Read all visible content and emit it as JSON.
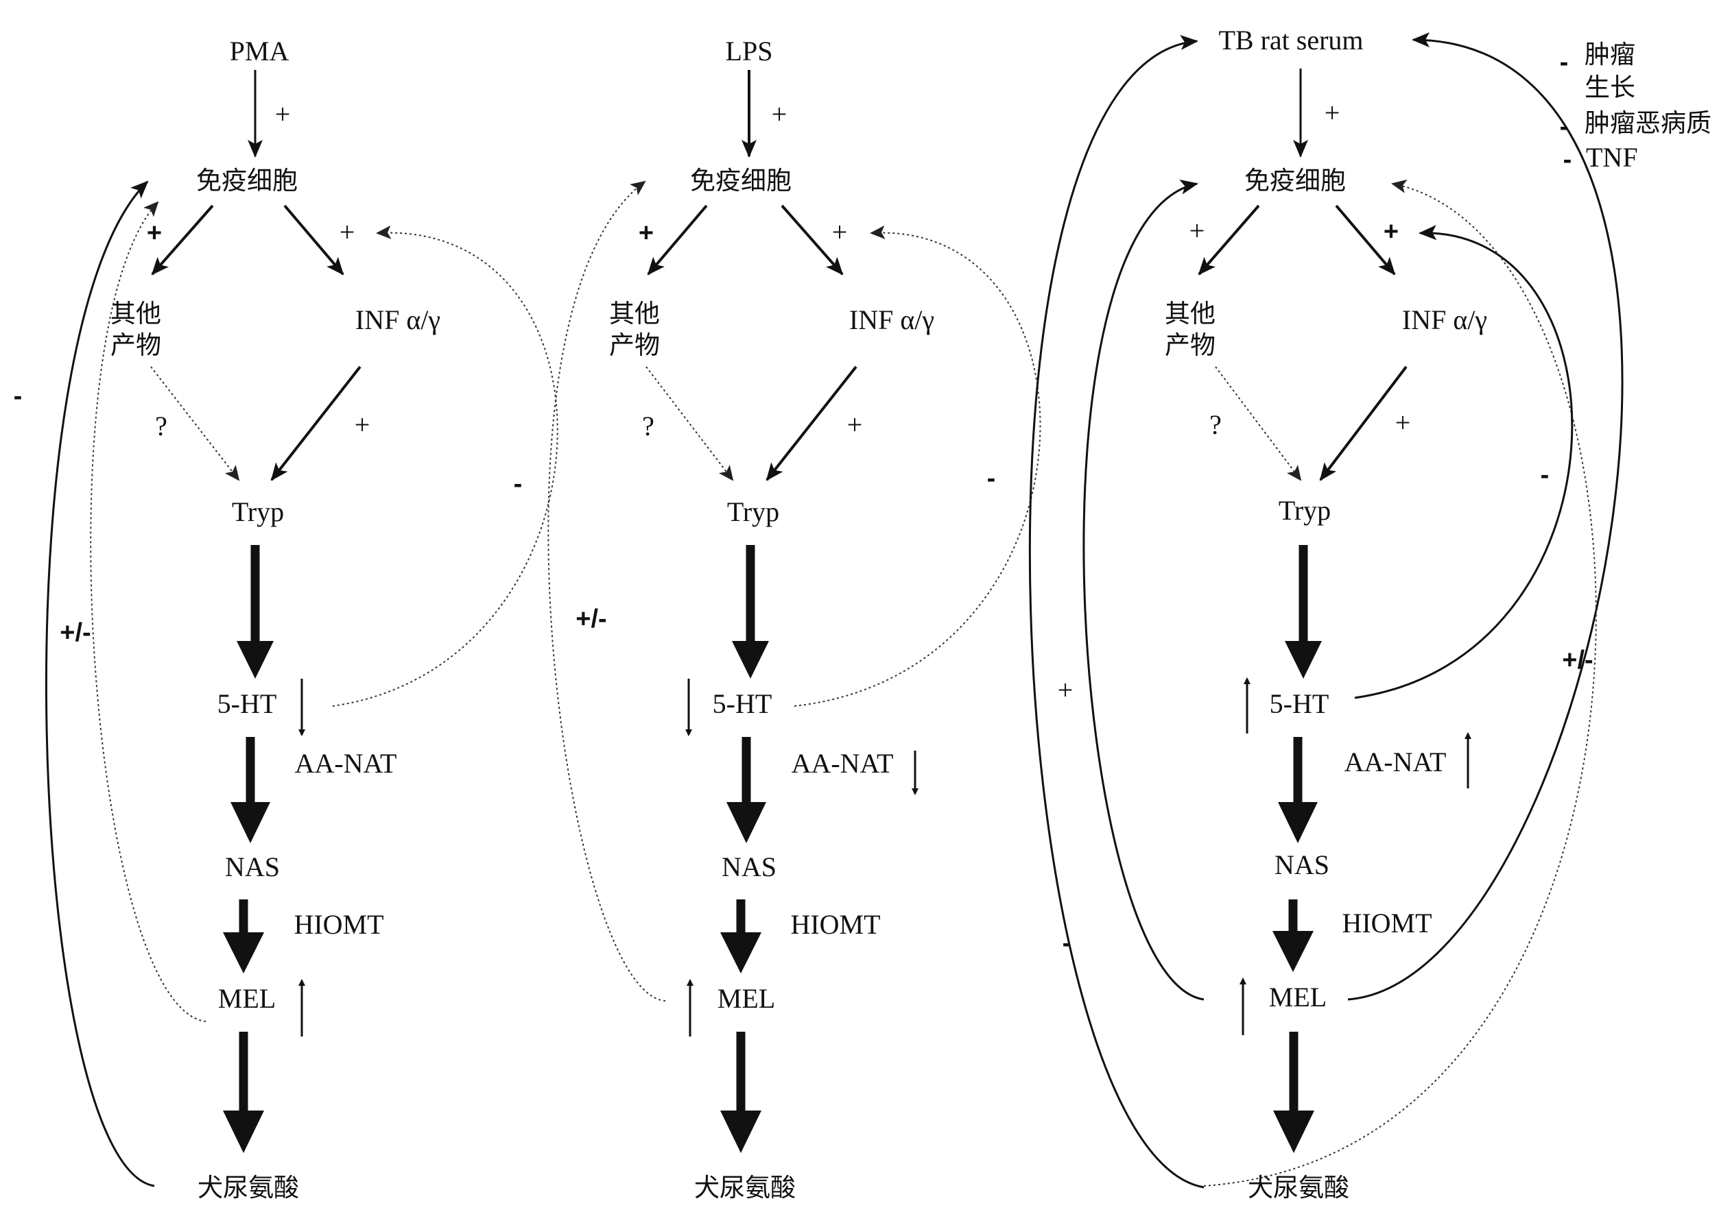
{
  "panels": [
    {
      "stimulus": "PMA",
      "immune": "免疫细胞",
      "other_line1": "其他",
      "other_line2": "产物",
      "inf": "INF α/γ",
      "tryp": "Tryp",
      "ht": "5-HT",
      "aanat": "AA-NAT",
      "nas": "NAS",
      "hiomt": "HIOMT",
      "mel": "MEL",
      "kyn": "犬尿氨酸",
      "q": "?",
      "signs": {
        "stim": "+",
        "left": "+",
        "right": "+",
        "inf_tryp": "+",
        "far_minus": "-",
        "feedback": "+/-",
        "ht_minus": "-"
      },
      "ht_trend": "down",
      "aanat_trend": "none",
      "mel_trend": "up"
    },
    {
      "stimulus": "LPS",
      "immune": "免疫细胞",
      "other_line1": "其他",
      "other_line2": "产物",
      "inf": "INF α/γ",
      "tryp": "Tryp",
      "ht": "5-HT",
      "aanat": "AA-NAT",
      "nas": "NAS",
      "hiomt": "HIOMT",
      "mel": "MEL",
      "kyn": "犬尿氨酸",
      "q": "?",
      "signs": {
        "stim": "+",
        "left": "+",
        "right": "+",
        "inf_tryp": "+",
        "feedback": "+/-",
        "ht_minus": "-"
      },
      "ht_trend": "down",
      "aanat_trend": "down",
      "mel_trend": "up"
    },
    {
      "stimulus": "TB rat serum",
      "immune": "免疫细胞",
      "other_line1": "其他",
      "other_line2": "产物",
      "inf": "INF α/γ",
      "tryp": "Tryp",
      "ht": "5-HT",
      "aanat": "AA-NAT",
      "nas": "NAS",
      "hiomt": "HIOMT",
      "mel": "MEL",
      "kyn": "犬尿氨酸",
      "q": "?",
      "signs": {
        "stim": "+",
        "left": "+",
        "right": "+",
        "inf_tryp": "+",
        "outer_plus": "+",
        "outer_minus": "-",
        "ht_minus": "-",
        "feedback": "+/-"
      },
      "ht_trend": "up",
      "aanat_trend": "up",
      "mel_trend": "up"
    }
  ],
  "legend": [
    {
      "sign": "-",
      "line1": "肿瘤",
      "line2": "生长"
    },
    {
      "sign": "-",
      "line1": "肿瘤恶病质",
      "line2": ""
    },
    {
      "sign": "-",
      "line1": "TNF",
      "line2": ""
    }
  ]
}
